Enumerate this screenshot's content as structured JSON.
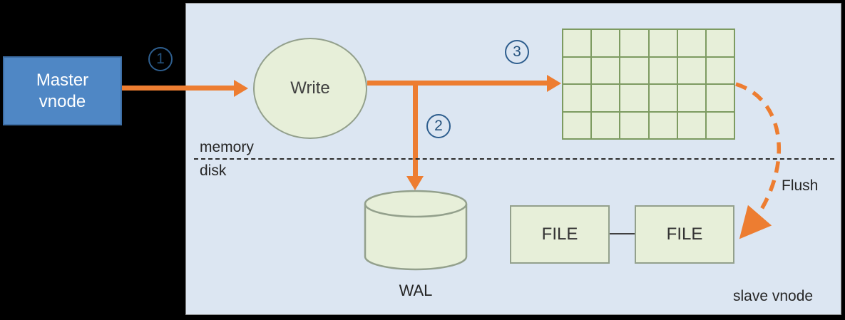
{
  "diagram": {
    "master_vnode": {
      "label": "Master vnode"
    },
    "write_node": {
      "label": "Write"
    },
    "wal": {
      "label": "WAL"
    },
    "files": [
      {
        "label": "FILE"
      },
      {
        "label": "FILE"
      }
    ],
    "memory_label": "memory",
    "disk_label": "disk",
    "flush_label": "Flush",
    "slave_label": "slave vnode",
    "steps": [
      "1",
      "2",
      "3"
    ],
    "memtable": {
      "rows": 4,
      "cols": 6
    },
    "colors": {
      "arrow": "#ed7d31",
      "panel_fill": "#dce6f2",
      "node_fill": "#e7efd9",
      "node_border": "#93a08c",
      "grid_line": "#7d9b61",
      "master_fill": "#4f87c5",
      "step_blue": "#24527d",
      "background": "#000000"
    }
  }
}
